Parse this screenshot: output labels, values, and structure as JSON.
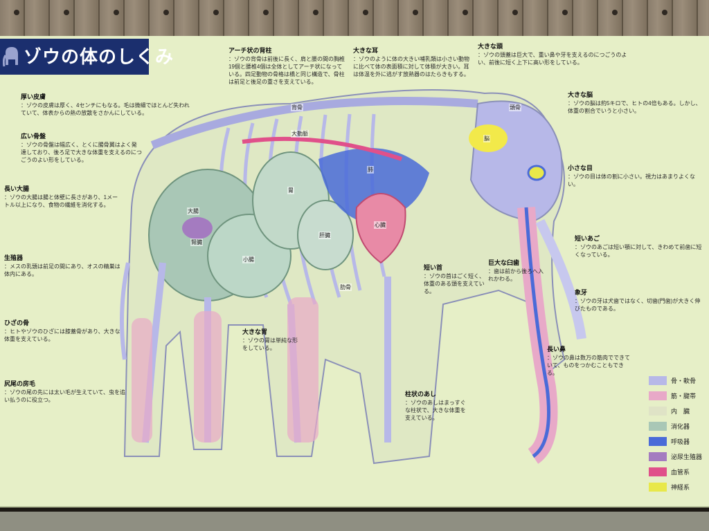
{
  "title": "ゾウの体のしくみ",
  "sections": {
    "arch": {
      "heading": "アーチ状の背柱",
      "body": "：ゾウの背骨は前後に長く、肩と腰の間の胸椎19個と腰椎4個は全体としてアーチ状になっている。四足動物の骨格は橋と同じ構造で、骨柱は前足と後足の重さを支えている。"
    },
    "ear": {
      "heading": "大きな耳",
      "body": "：ゾウのように体の大きい哺乳類は小さい動物に比べて体の表面積に対して体積が大きい。耳は体温を外に逃がす放熱器のはたらきもする。"
    },
    "head": {
      "heading": "大きな頭",
      "body": "：ゾウの頭蓋は巨大で、重い鼻や牙を支えるのにつごうのよい、前後に短く上下に高い形をしている。"
    },
    "skin": {
      "heading": "厚い皮膚",
      "body": "：ゾウの皮膚は厚く、4センチにもなる。毛は微細でほとんど失われていて、体表からの熱の放散をさかんにしている。"
    },
    "pelvis": {
      "heading": "広い骨盤",
      "body": "：ゾウの骨盤は幅広く、とくに腸骨翼はよく発達しており、後ろ足で大きな体重を支えるのにつごうのよい形をしている。"
    },
    "intestine": {
      "heading": "長い大腸",
      "body": "：ゾウの大腸は腸と体壁に長さがあり、1メートル以上になり、食物の繊維を消化する。"
    },
    "genital": {
      "heading": "生殖器",
      "body": "：メスの乳頭は前足の間にあり、オスの精巣は体内にある。"
    },
    "knee": {
      "heading": "ひざの骨",
      "body": "：ヒトやゾウのひざには膝蓋骨があり、大きな体重を支えている。"
    },
    "tail": {
      "heading": "尻尾の房毛",
      "body": "：ゾウの尾の先には太い毛が生えていて、虫を追い払うのに役立つ。"
    },
    "brain": {
      "heading": "大きな脳",
      "body": "：ゾウの脳は約5キロで、ヒトの4倍もある。しかし、体重の割合でいうと小さい。"
    },
    "eye": {
      "heading": "小さな目",
      "body": "：ゾウの目は体の割に小さい。視力はあまりよくない。"
    },
    "jaw": {
      "heading": "短いあご",
      "body": "：ゾウのあごは短い顎に対して、きわめて前歯に短くなっている。"
    },
    "tusk": {
      "heading": "象牙",
      "body": "：ゾウの牙は犬歯ではなく、切歯(門歯)が大きく伸びたものである。"
    },
    "trunk": {
      "heading": "長い鼻",
      "body": "：ゾウの鼻は数万の筋肉でできていて、ものをつかむこともできる。"
    },
    "neck": {
      "heading": "短い首",
      "body": "：ゾウの首はごく短く、体重のある頭を支えている。"
    },
    "teeth": {
      "heading": "巨大な臼歯",
      "body": "：歯は前から後ろへ入れかわる。"
    },
    "stomach": {
      "heading": "大きな胃",
      "body": "：ゾウの胃は単純な形をしている。"
    },
    "legs": {
      "heading": "柱状のあし",
      "body": "：ゾウのあしはまっすぐな柱状で、大きな体重を支えている。"
    }
  },
  "labels": {
    "stomach": "胃",
    "liver": "肝臓",
    "heart": "心臓",
    "lung": "肺",
    "brain": "脳",
    "small_intestine": "小腸",
    "large_intestine": "大腸",
    "rib": "肋骨",
    "kidney": "腎臓",
    "aorta": "大動脈",
    "spine": "背骨",
    "skull": "頭骨"
  },
  "legend": [
    {
      "label": "骨・軟骨",
      "color": "#b7b8e8"
    },
    {
      "label": "筋・腱帯",
      "color": "#e8a9c8"
    },
    {
      "label": "内　臓",
      "color": "#dfe3c6"
    },
    {
      "label": "消化器",
      "color": "#a9c7b6"
    },
    {
      "label": "呼吸器",
      "color": "#4a6bd8"
    },
    {
      "label": "泌尿生殖器",
      "color": "#a47bc0"
    },
    {
      "label": "血管系",
      "color": "#e0508a"
    },
    {
      "label": "神経系",
      "color": "#e8e84a"
    }
  ]
}
